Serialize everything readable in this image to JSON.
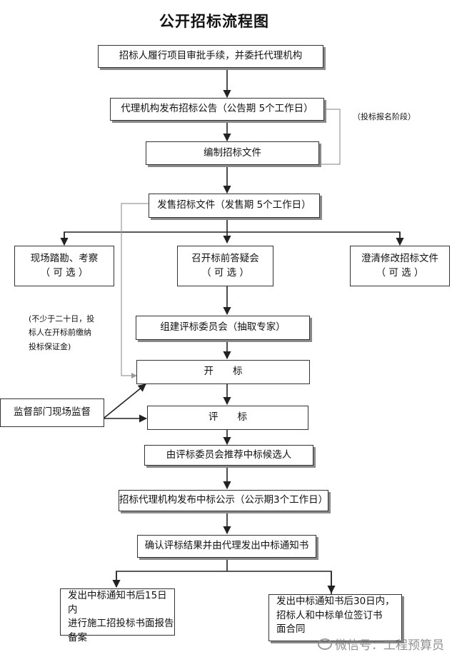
{
  "title": "公开招标流程图",
  "steps": {
    "s1": "招标人履行项目审批手续，并委托代理机构",
    "s2": "代理机构发布招标公告（公告期 5个工作日）",
    "s3": "编制招标文件",
    "s4": "发售招标文件（发售期 5个工作日）",
    "s5a": [
      "现场踏勘、考察",
      "（ 可  选 ）"
    ],
    "s5b": [
      "召开标前答疑会",
      "（ 可  选 ）"
    ],
    "s5c": [
      "澄清修改招标文件",
      "（ 可  选 ）"
    ],
    "s6": "组建评标委员会（抽取专家）",
    "s7": "开　　标",
    "s8": "评　　标",
    "s9": "由评标委员会推荐中标候选人",
    "s10": "招标代理机构发布中标公示（公示期3个工作日）",
    "s11": "确认评标结果并由代理发出中标通知书",
    "s12a": [
      "发出中标通知书后15日内",
      "进行施工招投标书面报告",
      "备案"
    ],
    "s12b": [
      "发出中标通知书后30日内，",
      "招标人和中标单位签订书",
      "面合同"
    ],
    "supervise": "监督部门现场监督"
  },
  "notes": {
    "bid_stage": "（投标报名阶段）",
    "deposit": [
      "(不少于二十日，投",
      "标人在开标前缴纳",
      "投标保证金)"
    ]
  },
  "watermark": "微信号：工程预算员"
}
